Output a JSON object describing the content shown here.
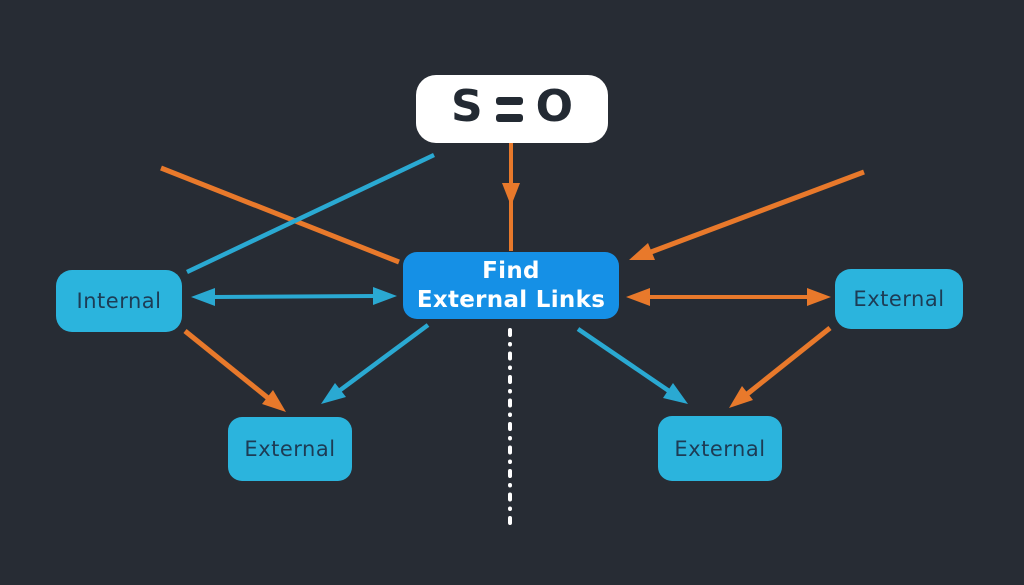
{
  "diagram": {
    "logo": {
      "text": "SEO",
      "letter_s": "S",
      "letter_o": "O",
      "equals_icon": "double-bar-E"
    },
    "nodes": {
      "center": {
        "line1": "Find",
        "line2": "External Links"
      },
      "internal": {
        "label": "Internal"
      },
      "external_right": {
        "label": "External"
      },
      "external_bottom_left": {
        "label": "External"
      },
      "external_bottom_right": {
        "label": "External"
      }
    },
    "edges": [
      {
        "from": "seo",
        "to": "center",
        "color": "orange",
        "style": "arrow-mid-head"
      },
      {
        "from": "top-left",
        "to": "center",
        "color": "orange",
        "style": "plain-line"
      },
      {
        "from": "internal",
        "to": "seo-area",
        "color": "cyan",
        "style": "plain-line"
      },
      {
        "from": "top-right",
        "to": "center",
        "color": "orange",
        "style": "arrow"
      },
      {
        "from": "internal",
        "to": "center",
        "color": "cyan",
        "style": "double-arrow"
      },
      {
        "from": "center",
        "to": "external_right",
        "color": "orange",
        "style": "double-arrow"
      },
      {
        "from": "internal",
        "to": "external_bottom_left",
        "color": "orange",
        "style": "arrow"
      },
      {
        "from": "center",
        "to": "external_bottom_left",
        "color": "cyan",
        "style": "arrow"
      },
      {
        "from": "center",
        "to": "external_bottom_right",
        "color": "cyan",
        "style": "arrow"
      },
      {
        "from": "external_right",
        "to": "external_bottom_right",
        "color": "orange",
        "style": "arrow"
      },
      {
        "from": "center",
        "to": "bottom",
        "color": "white",
        "style": "dotted-line"
      }
    ],
    "colors": {
      "background": "#272c34",
      "box_cyan": "#2bb4dd",
      "box_blue": "#1590e6",
      "box_white": "#ffffff",
      "node_text": "#1d3c55",
      "center_text": "#ffffff",
      "logo_text": "#232a33",
      "arrow_orange": "#e8792b",
      "arrow_cyan": "#2aa9d2",
      "dotted_line": "#ffffff"
    }
  }
}
